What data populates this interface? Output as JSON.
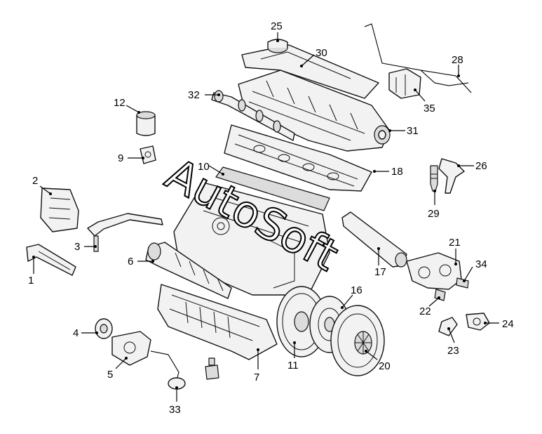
{
  "watermark": "AutoSoft",
  "callouts": [
    {
      "id": "c1",
      "text": "1"
    },
    {
      "id": "c2",
      "text": "2"
    },
    {
      "id": "c3",
      "text": "3"
    },
    {
      "id": "c4",
      "text": "4"
    },
    {
      "id": "c5",
      "text": "5"
    },
    {
      "id": "c6",
      "text": "6"
    },
    {
      "id": "c7",
      "text": "7"
    },
    {
      "id": "c9",
      "text": "9"
    },
    {
      "id": "c10",
      "text": "10"
    },
    {
      "id": "c11",
      "text": "11"
    },
    {
      "id": "c12",
      "text": "12"
    },
    {
      "id": "c16",
      "text": "16"
    },
    {
      "id": "c17",
      "text": "17"
    },
    {
      "id": "c18",
      "text": "18"
    },
    {
      "id": "c20",
      "text": "20"
    },
    {
      "id": "c21",
      "text": "21"
    },
    {
      "id": "c22",
      "text": "22"
    },
    {
      "id": "c23",
      "text": "23"
    },
    {
      "id": "c24",
      "text": "24"
    },
    {
      "id": "c25",
      "text": "25"
    },
    {
      "id": "c26",
      "text": "26"
    },
    {
      "id": "c28",
      "text": "28"
    },
    {
      "id": "c29",
      "text": "29"
    },
    {
      "id": "c30",
      "text": "30"
    },
    {
      "id": "c31",
      "text": "31"
    },
    {
      "id": "c32",
      "text": "32"
    },
    {
      "id": "c33",
      "text": "33"
    },
    {
      "id": "c34",
      "text": "34"
    },
    {
      "id": "c35",
      "text": "35"
    }
  ]
}
